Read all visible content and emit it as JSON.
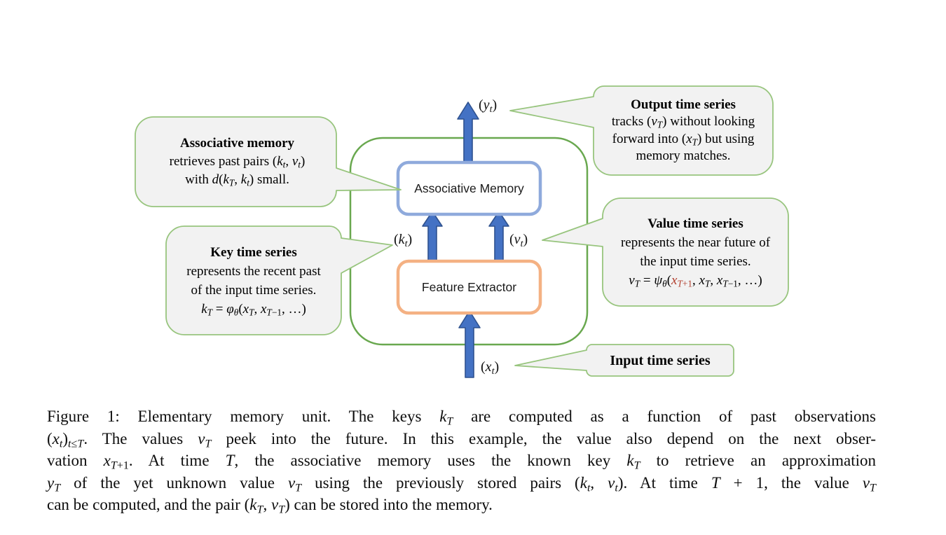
{
  "diagram": {
    "boxes": {
      "associative_memory": "Associative Memory",
      "feature_extractor": "Feature Extractor"
    },
    "stream_labels": {
      "output": "(<i>y<sub>t</sub></i>)",
      "key": "(<i>k<sub>t</sub></i>)",
      "value": "(<i>v<sub>t</sub></i>)",
      "input": "(<i>x<sub>t</sub></i>)"
    },
    "callouts": {
      "associative": {
        "title": "Associative memory",
        "lines": [
          "retrieves past pairs (<i>k<sub>t</sub></i>, <i>v<sub>t</sub></i>)",
          "with <i>d</i>(<i>k<sub>T</sub></i>, <i>k<sub>t</sub></i>) small."
        ]
      },
      "key": {
        "title": "Key time series",
        "lines": [
          "represents the recent past",
          "of the input time series.",
          "<i>k<sub>T</sub></i> = <i>φ<sub>θ</sub></i>(<i>x<sub>T</sub></i>, <i>x</i><sub><i>T</i>−1</sub>, …)"
        ]
      },
      "value": {
        "title": "Value time series",
        "lines": [
          "represents the near future of",
          "the input time series.",
          "<i>v<sub>T</sub></i> = <i>ψ<sub>θ</sub></i>(<span class=\"red\"><i>x</i><sub><i>T</i>+1</sub></span>, <i>x<sub>T</sub></i>, <i>x</i><sub><i>T</i>−1</sub>, …)"
        ]
      },
      "output": {
        "title": "Output time series",
        "lines": [
          "tracks (<i>v<sub>T</sub></i>) without looking",
          "forward into (<i>x<sub>T</sub></i>) but using",
          "memory matches."
        ]
      },
      "input": {
        "title": "Input time series"
      }
    }
  },
  "caption": {
    "lines": [
      "Figure 1: Elementary memory unit.  The keys <i>k<sub>T</sub></i> are computed as a function of past observations",
      "(<i>x<sub>t</sub></i>)<sub><i>t</i>≤<i>T</i></sub>. The values <i>v<sub>T</sub></i> peek into the future. In this example, the value also depend on the next obser-",
      "vation <i>x</i><sub><i>T</i>+1</sub>. At time <i>T</i>, the associative memory uses the known key <i>k<sub>T</sub></i> to retrieve an approximation",
      "<i>y<sub>T</sub></i> of the yet unknown value <i>v<sub>T</sub></i> using the previously stored pairs (<i>k<sub>t</sub></i>, <i>v<sub>t</sub></i>). At time <i>T</i> + 1, the value <i>v<sub>T</sub></i>",
      "can be computed, and the pair (<i>k<sub>T</sub></i>, <i>v<sub>T</sub></i>) can be stored into the memory."
    ]
  },
  "colors": {
    "container_border": "#69A84F",
    "callout_border": "#98C57E",
    "callout_fill": "#F2F2F2",
    "arrow_fill": "#4472C4",
    "arrow_outline": "#2F528F",
    "memory_box_border": "#8FAADC",
    "feature_box_border": "#F4B183",
    "highlight_red": "#B2402F"
  }
}
